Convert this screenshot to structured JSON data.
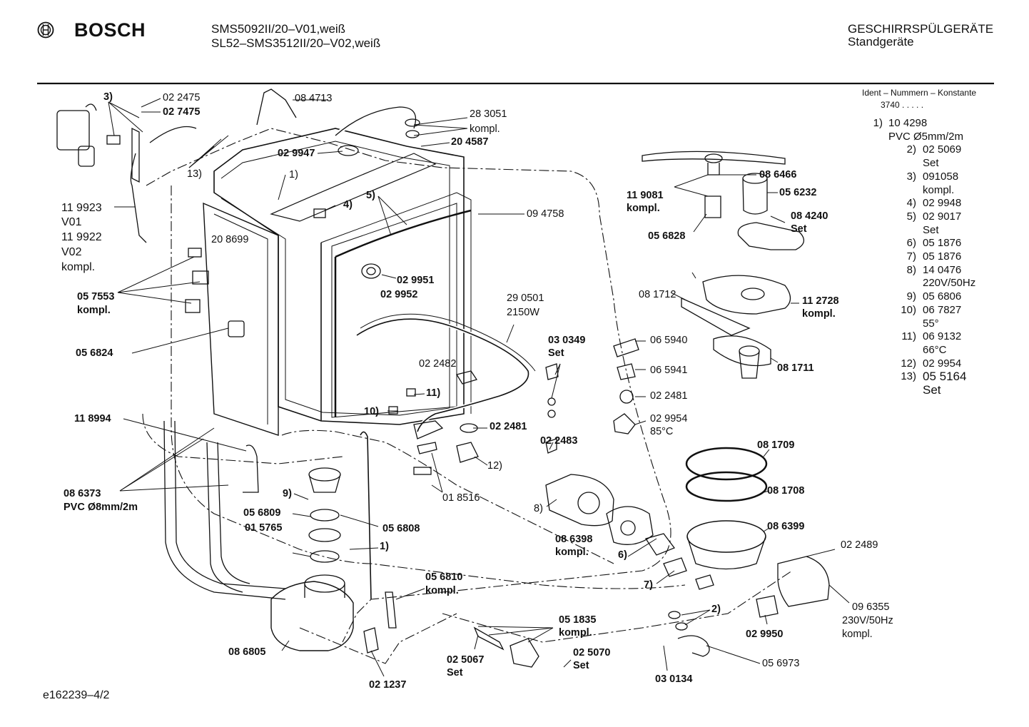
{
  "header": {
    "brand": "BOSCH",
    "model_line_1": "SMS5092II/20–V01,weiß",
    "model_line_2": "SL52–SMS3512II/20–V02,weiß",
    "category_line_1": "GESCHIRRSPÜLGERÄTE",
    "category_line_2": "Standgeräte"
  },
  "ident": {
    "label": "Ident – Nummern – Konstante",
    "value": "3740 . . . . ."
  },
  "legend": [
    {
      "num": "1)",
      "lines": [
        "10 4298",
        "PVC  Ø5mm/2m"
      ]
    },
    {
      "num": "2)",
      "lines": [
        "02 5069",
        "Set"
      ]
    },
    {
      "num": "3)",
      "lines": [
        "091058",
        "kompl."
      ]
    },
    {
      "num": "4)",
      "lines": [
        "02 9948"
      ]
    },
    {
      "num": "5)",
      "lines": [
        "02 9017",
        "Set"
      ]
    },
    {
      "num": "6)",
      "lines": [
        "05 1876"
      ]
    },
    {
      "num": "7)",
      "lines": [
        "05 1876"
      ]
    },
    {
      "num": "8)",
      "lines": [
        "14 0476",
        "220V/50Hz"
      ]
    },
    {
      "num": "9)",
      "lines": [
        "05 6806"
      ]
    },
    {
      "num": "10)",
      "lines": [
        "06 7827",
        "55°"
      ]
    },
    {
      "num": "11)",
      "lines": [
        "06 9132",
        "66°C"
      ]
    },
    {
      "num": "12)",
      "lines": [
        "02 9954"
      ]
    },
    {
      "num": "13)",
      "lines": [
        "05 5164",
        "Set"
      ]
    }
  ],
  "parts": {
    "p022475": "02 2475",
    "p027475": "02 7475",
    "p3": "3)",
    "p084713": "08 4713",
    "p283051": "28 3051",
    "p283051b": "kompl.",
    "p029947": "02 9947",
    "p204587": "20 4587",
    "p13": "13)",
    "p119923": "11 9923",
    "pV01": "V01",
    "p119922": "11 9922",
    "pV02": "V02",
    "pkompl1": "kompl.",
    "p1a": "1)",
    "p4": "4)",
    "p5": "5)",
    "p094758": "09 4758",
    "p208699": "20 8699",
    "p057553": "05 7553",
    "p057553b": "kompl.",
    "p029951": "02 9951",
    "p029952": "02 9952",
    "p290501": "29 0501",
    "p290501b": "2150W",
    "p056824": "05 6824",
    "p022482": "02 2482",
    "p11": "11)",
    "p10": "10)",
    "p118994": "11 8994",
    "p022481a": "02 2481",
    "p12": "12)",
    "p018516": "01 8516",
    "p086373": "08 6373",
    "p086373b": "PVC Ø8mm/2m",
    "p9": "9)",
    "p056809": "05 6809",
    "p056808": "05 6808",
    "p015765": "01 5765",
    "p1b": "1)",
    "p056810": "05 6810",
    "p056810b": "kompl.",
    "p086805": "08 6805",
    "p021237": "02 1237",
    "p051835": "05 1835",
    "p051835b": "kompl.",
    "p025067": "02 5067",
    "p025067b": "Set",
    "p025070": "02 5070",
    "p025070b": "Set",
    "p086466": "08 6466",
    "p119081": "11 9081",
    "p119081b": "kompl.",
    "p056232": "05 6232",
    "p084240": "08 4240",
    "p084240b": "Set",
    "p056828": "05 6828",
    "p081712": "08 1712",
    "p112728": "11 2728",
    "p112728b": "kompl.",
    "p030349": "03 0349",
    "p030349b": "Set",
    "p065940": "06 5940",
    "p065941": "06 5941",
    "p022481b": "02 2481",
    "p029954": "02 9954",
    "p029954b": "85°C",
    "p081711": "08 1711",
    "p022483": "02 2483",
    "p081709": "08 1709",
    "p081708": "08 1708",
    "p8": "8)",
    "p086398": "08 6398",
    "p086398b": "kompl.",
    "p086399": "08 6399",
    "p6": "6)",
    "p7": "7)",
    "p022489": "02 2489",
    "p2": "2)",
    "p096355": "09 6355",
    "p096355b": "230V/50Hz",
    "p096355c": "kompl.",
    "p029950": "02 9950",
    "p030134": "03 0134",
    "p056973": "05 6973"
  },
  "footer": {
    "code": "e162239–4/2"
  }
}
